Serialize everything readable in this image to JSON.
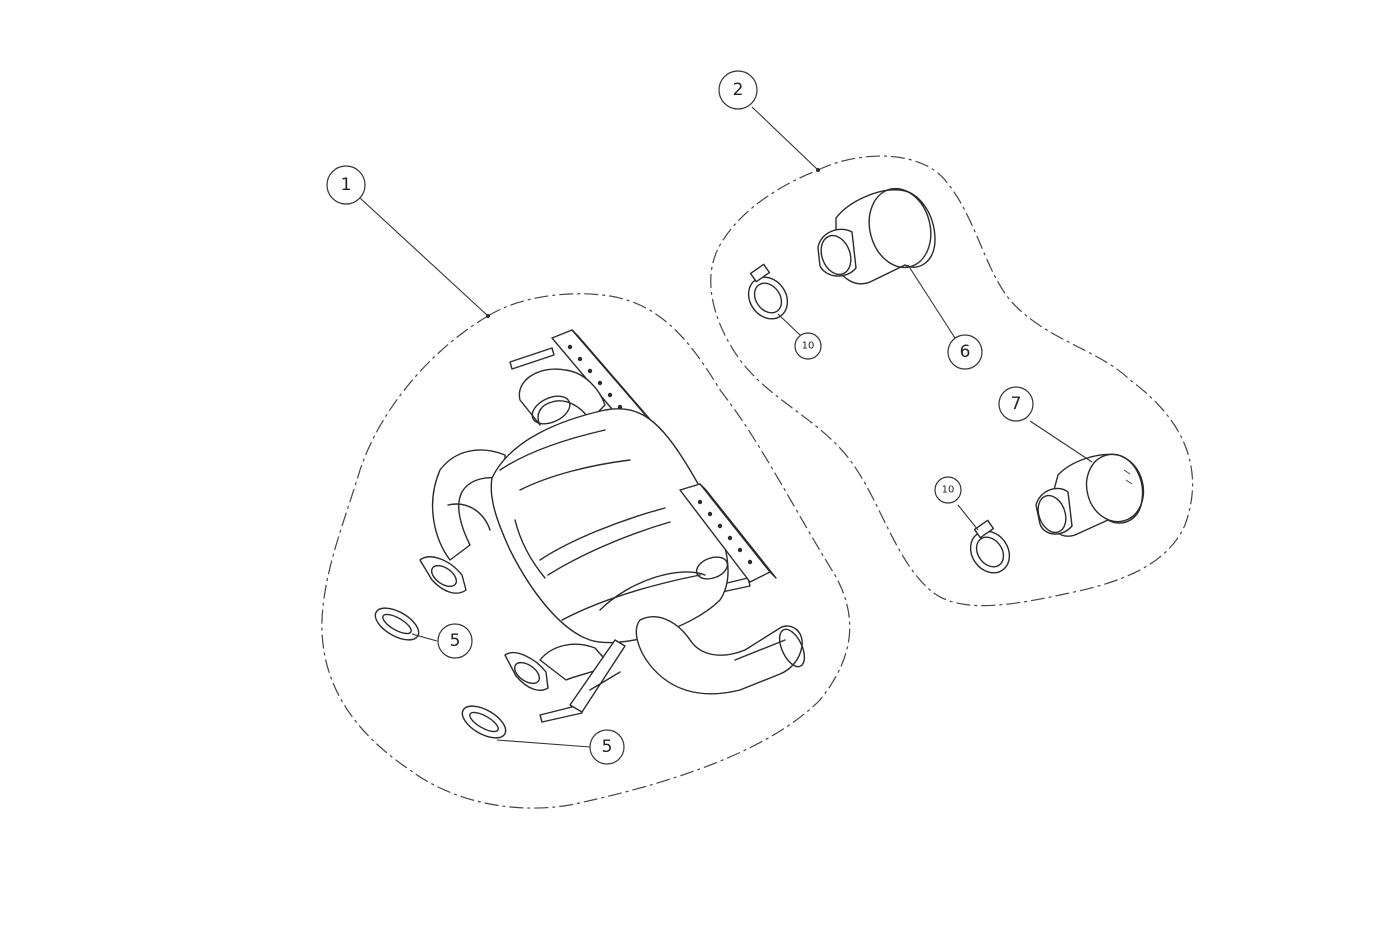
{
  "callouts": {
    "c1": "1",
    "c2": "2",
    "c5a": "5",
    "c5b": "5",
    "c6": "6",
    "c7": "7",
    "c10a": "10",
    "c10b": "10"
  }
}
